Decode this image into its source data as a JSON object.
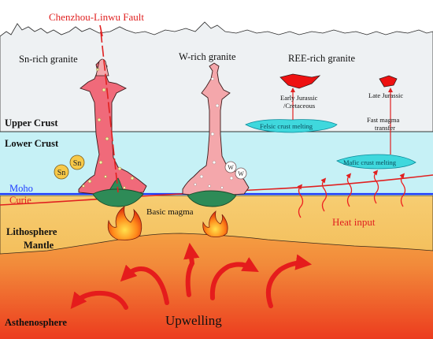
{
  "fault_label": "Chenzhou-Linwu Fault",
  "plutons": {
    "sn": {
      "label": "Sn-rich granite",
      "markers": [
        "Sn",
        "Sn"
      ]
    },
    "w": {
      "label": "W-rich granite",
      "markers": [
        "W",
        "W"
      ]
    },
    "ree": {
      "label": "REE-rich granite"
    }
  },
  "layers": {
    "upper_crust": "Upper Crust",
    "lower_crust": "Lower Crust",
    "moho": "Moho",
    "curie": "Curie",
    "lithosphere_line1": "Lithosphere",
    "lithosphere_line2": "Mantle",
    "asthenosphere": "Asthenosphere"
  },
  "annotations": {
    "early_line1": "Early Jurassic",
    "early_line2": "/Cretaceous",
    "late": "Late Jurassic",
    "fast_line1": "Fast magma",
    "fast_line2": "transfer",
    "felsic": "Felsic crust melting",
    "mafic": "Mafic crust melting",
    "basic_magma": "Basic magma",
    "heat_input": "Heat input",
    "upwelling": "Upwelling"
  },
  "colors": {
    "fault": "#e02020",
    "moho": "#1e3cff",
    "curie": "#e02020",
    "upper_crust": "#eef1f3",
    "lower_crust": "#c6f1f6",
    "lithosphere": "#f4c46b",
    "granite_sn": "#f06a7a",
    "granite_w": "#f4a7ab",
    "ree_pluton": "#ee1111",
    "melting_zone": "#3fd8dd",
    "basic_magma": "#2e8b57",
    "heat_arrow": "#ee2020"
  }
}
